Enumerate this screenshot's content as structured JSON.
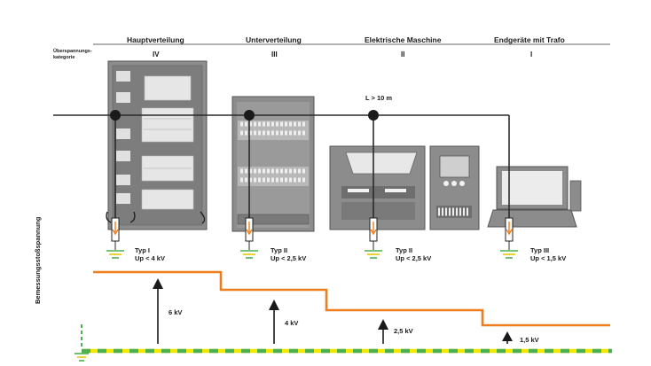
{
  "header": {
    "columns": [
      "Hauptverteilung",
      "Unterverteilung",
      "Elektrische Maschine",
      "Endgeräte mit Trafo"
    ],
    "category_label_line1": "Überspannungs-",
    "category_label_line2": "kategorie",
    "categories": [
      "IV",
      "III",
      "II",
      "I"
    ]
  },
  "cable_note": "L > 10 m",
  "protectors": [
    {
      "type": "Typ I",
      "level": "Up < 4 kV"
    },
    {
      "type": "Typ II",
      "level": "Up < 2,5 kV"
    },
    {
      "type": "Typ II",
      "level": "Up < 2,5 kV"
    },
    {
      "type": "Typ III",
      "level": "Up < 1,5 kV"
    }
  ],
  "vertical_axis_label": "Bemessungsstoßspannung",
  "impulse_levels": [
    "6 kV",
    "4 kV",
    "2,5 kV",
    "1,5 kV"
  ],
  "colors": {
    "line": "#2a2a2a",
    "orange": "#f07d1b",
    "green": "#4caf50",
    "yellow": "#f2e600",
    "device_gray": "#8c8c8c"
  }
}
